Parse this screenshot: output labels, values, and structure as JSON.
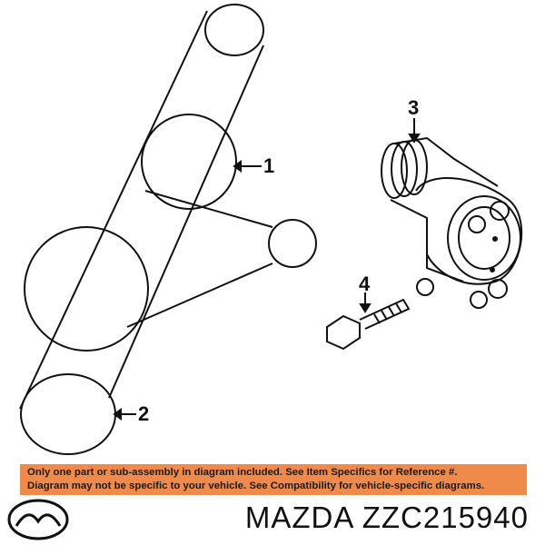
{
  "callouts": {
    "item1": "1",
    "item2": "2",
    "item3": "3",
    "item4": "4"
  },
  "notice": {
    "line1": "Only one part or sub-assembly in diagram included. See Item Specifics for Reference #.",
    "line2": "Diagram may not be specific to your vehicle. See Compatibility for vehicle-specific diagrams."
  },
  "footer": {
    "title": "MAZDA ZZC215940"
  },
  "colors": {
    "notice_background": "#f08a4b",
    "line": "#111111"
  },
  "icons": {
    "brand_logo": "mazda-logo-icon"
  }
}
